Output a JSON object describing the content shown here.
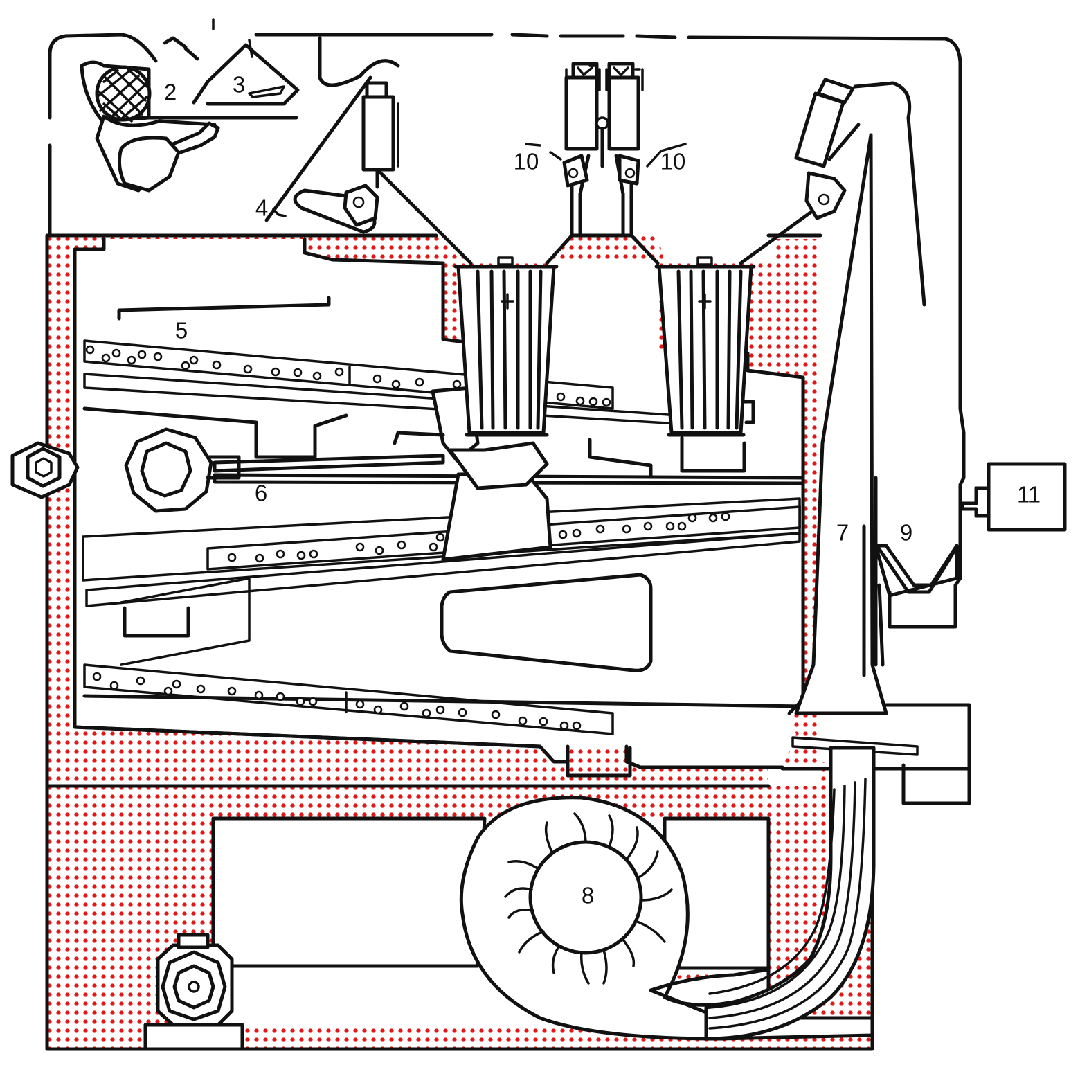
{
  "labels": {
    "l2": "2",
    "l3": "3",
    "l4": "4",
    "l5": "5",
    "l6": "6",
    "l7": "7",
    "l8": "8",
    "l9": "9",
    "l10_left": "10",
    "l10_right": "10",
    "l11": "11"
  },
  "colors": {
    "insulation_dots": "#e01818",
    "outline": "#111111",
    "background": "#ffffff"
  }
}
